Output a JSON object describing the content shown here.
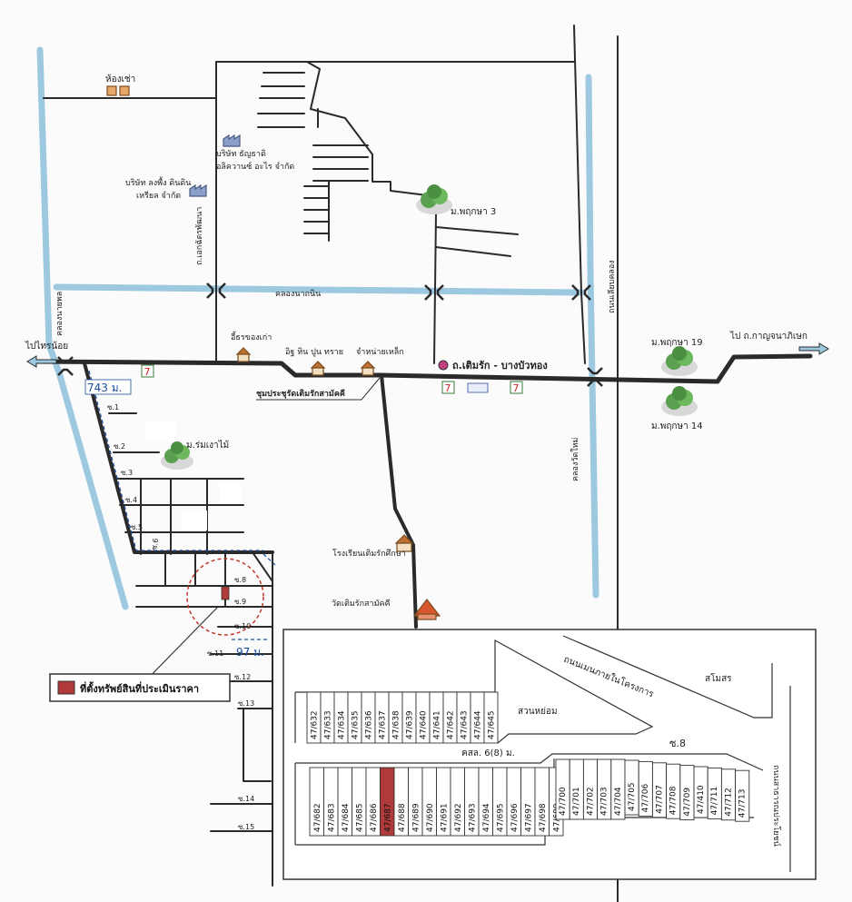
{
  "labels": {
    "shophouse": "ห้องเช่า",
    "company1": "บริษัท ธัญธาดิ",
    "company1b": "อลิควานซ์ อะไร จำกัด",
    "company2": "บริษัท ลงพื้ง ดินดิน",
    "company2b": "เหรียล จำกัด",
    "village3": "ม.พฤกษา 3",
    "road_left": "ถ.เอกฉัตรพัฒนา",
    "canal_main": "คลองนาถนิน",
    "canal_left": "คลองนายพล",
    "canal_right": "คลองวัดใหม่",
    "road_right": "ถนนเลียบคลอง",
    "to_left": "ไปไทรน้อย",
    "to_right": "ไป ถ.กาญจนาภิเษก",
    "village19": "ม.พฤกษา 19",
    "village14": "ม.พฤกษา 14",
    "main_road": "ถ.เติมรัก - บางบัวทอง",
    "shop1": "อี้ธรของเก่า",
    "shop2": "อิฐ หิน ปูน ทราย",
    "shop3": "จำหน่ายเหล็ก",
    "community": "ชุมประชุรัดเติมรักสามัคคี",
    "dist1": "743 ม.",
    "dist2": "97 ม.",
    "village_rom": "ม.ร่มเงาไม้",
    "school": "โรงเรียนเติมรักศึกษา",
    "temple": "วัดเติมรักสามัคคี",
    "legend": "ที่ตั้งทรัพย์สินที่ประเมินราคา",
    "inner_road": "ถนนเมนภายในโครงการ",
    "club": "สโมสร",
    "garden": "สวนหย่อม",
    "kosol": "คสล. 6(8) ม.",
    "soi8": "ซ.8",
    "border_road": "ถนนสาธารณประโยชน์"
  },
  "sois": [
    "ซ.1",
    "ซ.2",
    "ซ.3",
    "ซ.4",
    "ซ.5",
    "ซ.6",
    "ซ.8",
    "ซ.9",
    "ซ.10",
    "ซ.11",
    "ซ.12",
    "ซ.13",
    "ซ.14",
    "ซ.15"
  ],
  "plots_top": [
    "47/632",
    "47/633",
    "47/634",
    "47/635",
    "47/636",
    "47/637",
    "47/638",
    "47/639",
    "47/640",
    "47/641",
    "47/642",
    "47/643",
    "47/644",
    "47/645"
  ],
  "plots_bottom": [
    "47/682",
    "47/683",
    "47/684",
    "47/685",
    "47/686",
    "47/687",
    "47/688",
    "47/689",
    "47/690",
    "47/691",
    "47/692",
    "47/693",
    "47/694",
    "47/695",
    "47/696",
    "47/697",
    "47/698",
    "47/699"
  ],
  "plots_right": [
    "47/700",
    "47/701",
    "47/702",
    "47/703",
    "47/704",
    "47/705",
    "47/706",
    "47/707",
    "47/708",
    "47/709",
    "47/410",
    "47/711",
    "47/712",
    "47/713"
  ],
  "subject_plot": "47/687",
  "colors": {
    "canal": "#9cc8e0",
    "road": "#2a2a2a",
    "subject": "#b03a3a",
    "tree": "#5aa050",
    "dist": "#1a4fa0"
  }
}
